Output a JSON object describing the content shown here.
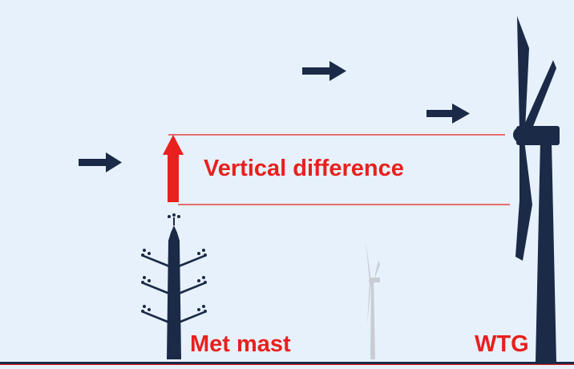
{
  "labels": {
    "vertical_difference": "Vertical difference",
    "met_mast": "Met mast",
    "wtg": "WTG"
  },
  "colors": {
    "background": "#e6f1fb",
    "dark": "#1b2a47",
    "accent_red": "#e8201e",
    "distant_turbine": "#c9ccd3",
    "ground": "#1b2a47"
  },
  "icons": {
    "wind_arrow": "wind-arrow-icon",
    "met_mast": "met-mast-icon",
    "turbine": "wind-turbine-icon",
    "distant_turbine": "distant-turbine-icon",
    "vertical_arrow": "vertical-arrow-icon"
  }
}
